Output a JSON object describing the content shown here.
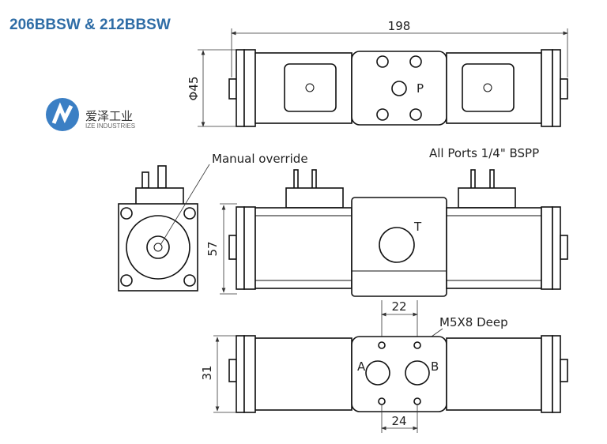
{
  "title": "206BBSW  &  212BBSW",
  "logo": {
    "name_cn": "爱泽工业",
    "name_en": "IZE INDUSTRIES",
    "color": "#3b7fc4"
  },
  "dimensions": {
    "length": "198",
    "diameter": "Φ45",
    "height": "57",
    "width": "31",
    "port_spacing_top": "22",
    "port_spacing_bottom": "24"
  },
  "labels": {
    "manual_override": "Manual override",
    "all_ports": "All Ports 1/4\" BSPP",
    "mount_thread": "M5X8 Deep"
  },
  "ports": {
    "p": "P",
    "t": "T",
    "a": "A",
    "b": "B"
  },
  "accent_color": "#2f6da6"
}
